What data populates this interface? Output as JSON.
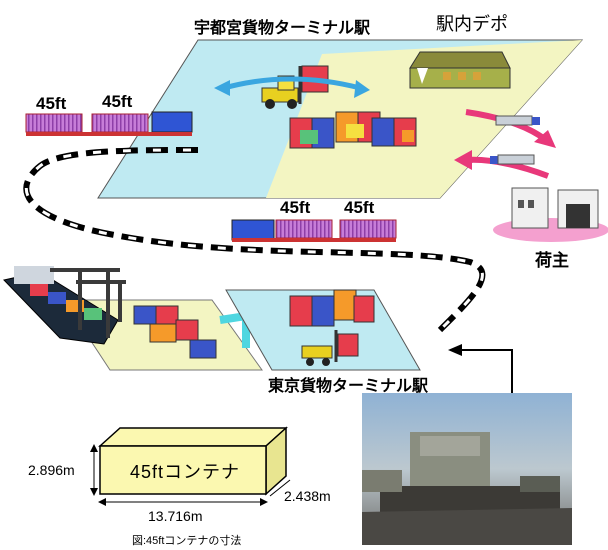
{
  "labels": {
    "utsunomiya_terminal": "宇都宮貨物ターミナル駅",
    "depot": "駅内デポ",
    "shipper": "荷主",
    "tokyo_terminal": "東京貨物ターミナル駅"
  },
  "train_top": {
    "car1": "45ft",
    "car2": "45ft"
  },
  "train_mid": {
    "car1": "45ft",
    "car2": "45ft"
  },
  "container_box": {
    "label": "45ftコンテナ",
    "height": "2.896m",
    "width": "2.438m",
    "length": "13.716m"
  },
  "caption": "図:45ftコンテナの寸法",
  "colors": {
    "terminal_blue": "#bfeaf2",
    "depot_yellow": "#f3f5c2",
    "arrow_cyan": "#3aa6e0",
    "arrow_pink": "#e8387a",
    "container_box_fill": "#fbf8b0"
  }
}
